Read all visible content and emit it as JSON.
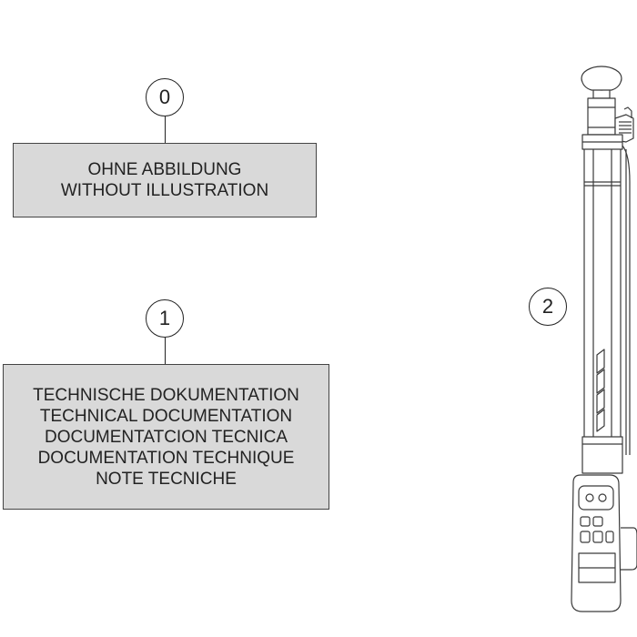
{
  "callouts": {
    "item0": "0",
    "item1": "1",
    "item2": "2"
  },
  "box0": {
    "lines": [
      "OHNE ABBILDUNG",
      "WITHOUT ILLUSTRATION"
    ]
  },
  "box1": {
    "lines": [
      "TECHNISCHE DOKUMENTATION",
      "TECHNICAL DOCUMENTATION",
      "DOCUMENTATCION TECNICA",
      "DOCUMENTATION TECHNIQUE",
      "NOTE TECNICHE"
    ]
  },
  "colors": {
    "box_fill": "#d9d9d9",
    "line": "#222222"
  }
}
